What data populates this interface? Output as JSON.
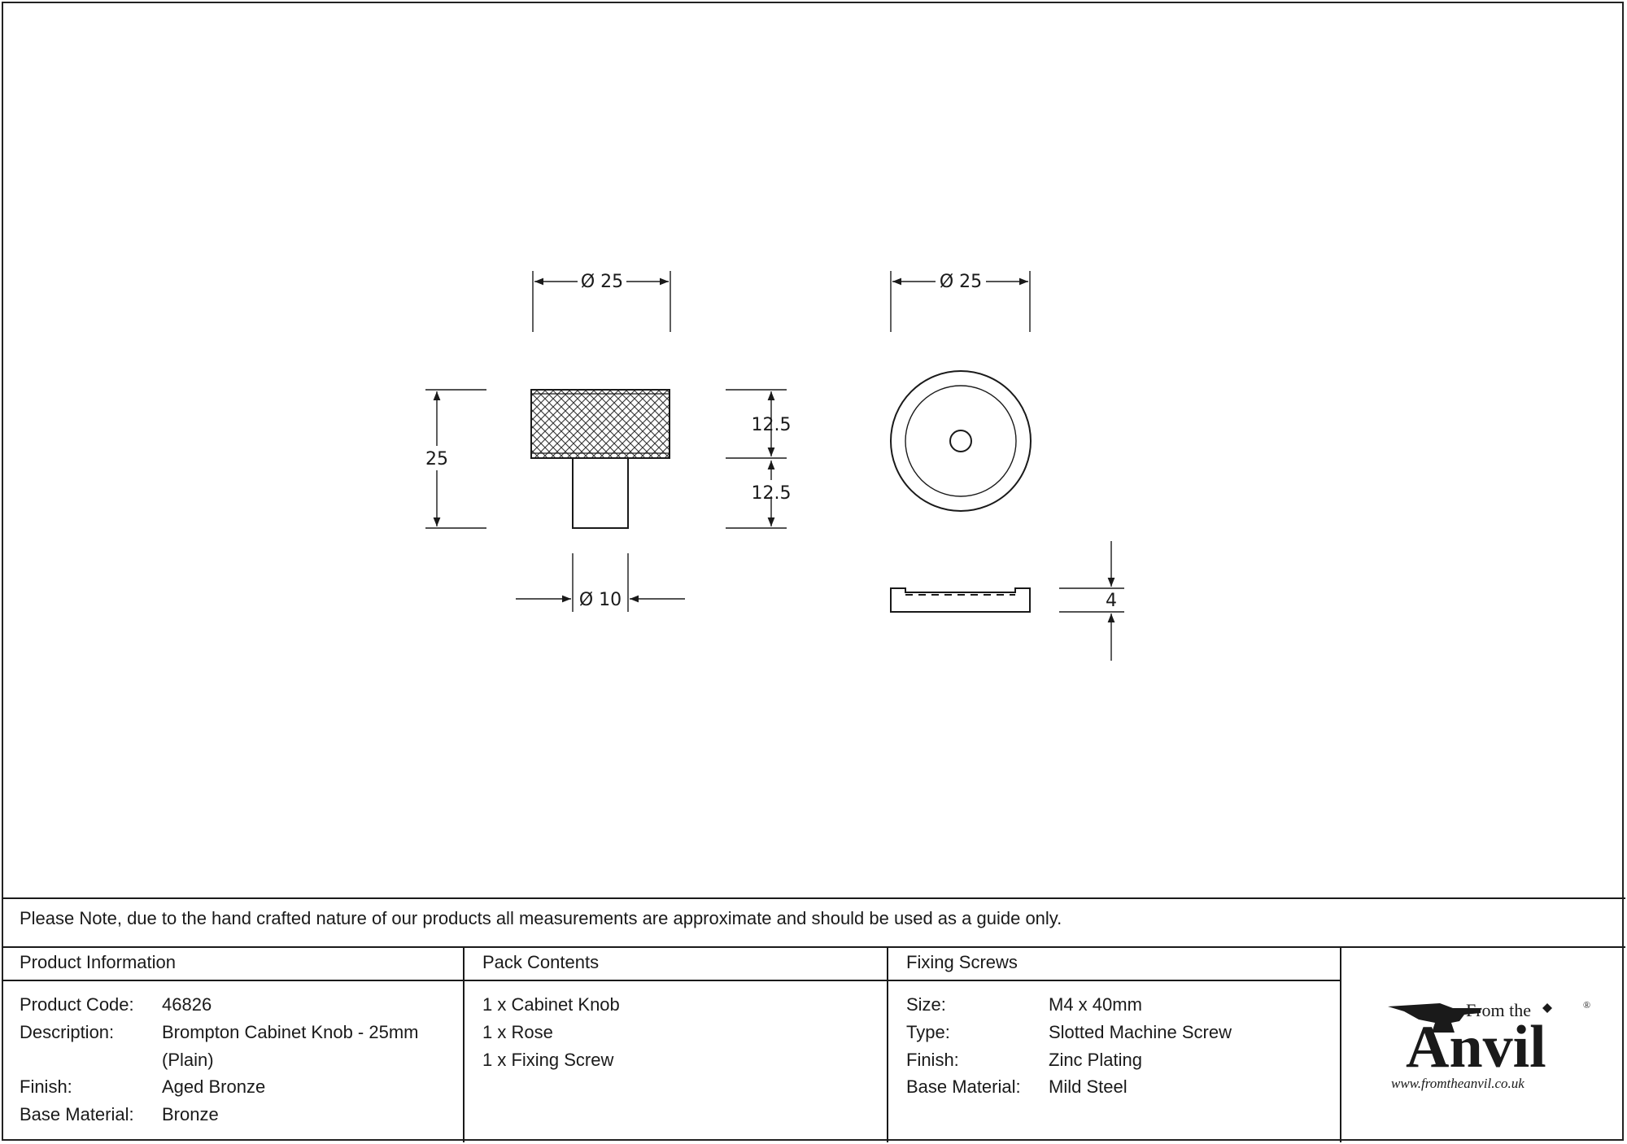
{
  "drawing": {
    "knob_top_diameter": "Ø 25",
    "knob_height": "25",
    "knob_head_height": "12.5",
    "knob_stem_height": "12.5",
    "stem_diameter": "Ø 10",
    "rose_diameter": "Ø 25",
    "rose_thickness": "4"
  },
  "note": "Please Note, due to the hand crafted nature of our products all measurements are approximate and should be used as a guide only.",
  "product_info": {
    "heading": "Product Information",
    "rows": [
      {
        "label": "Product Code:",
        "value": "46826"
      },
      {
        "label": "Description:",
        "value": "Brompton Cabinet Knob - 25mm"
      },
      {
        "label": "",
        "value": "(Plain)"
      },
      {
        "label": "Finish:",
        "value": "Aged Bronze"
      },
      {
        "label": "Base Material:",
        "value": "Bronze"
      }
    ]
  },
  "pack_contents": {
    "heading": "Pack Contents",
    "items": [
      "1 x Cabinet Knob",
      "1 x Rose",
      "1 x Fixing Screw"
    ]
  },
  "fixing_screws": {
    "heading": "Fixing Screws",
    "rows": [
      {
        "label": "Size:",
        "value": "M4 x 40mm"
      },
      {
        "label": "Type:",
        "value": "Slotted Machine Screw"
      },
      {
        "label": "Finish:",
        "value": "Zinc Plating"
      },
      {
        "label": "Base Material:",
        "value": "Mild Steel"
      }
    ]
  },
  "logo": {
    "from_the": "From the",
    "name": "Anvil",
    "registered": "®",
    "url": "www.fromtheanvil.co.uk"
  }
}
